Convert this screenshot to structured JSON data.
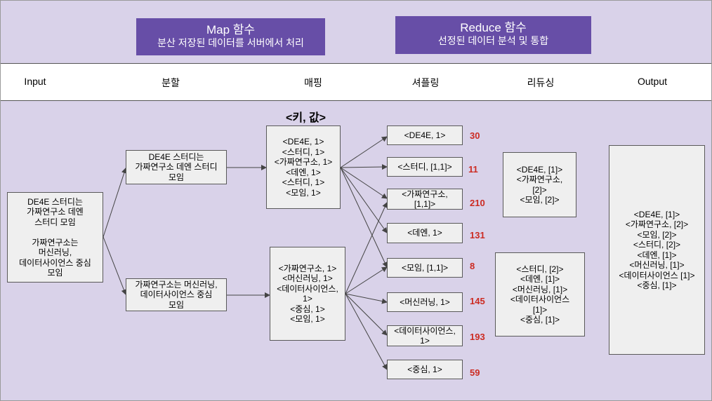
{
  "header": {
    "map": {
      "title": "Map 함수",
      "subtitle": "분산 저장된 데이터를 서버에서 처리"
    },
    "reduce": {
      "title": "Reduce 함수",
      "subtitle": "선정된 데이터 분석 및 통합"
    }
  },
  "stages": [
    "Input",
    "분할",
    "매핑",
    "셔플링",
    "리듀싱",
    "Output"
  ],
  "key_value_label": "<키, 값>",
  "input_text": "DE4E 스터디는\n가짜연구소 데엔\n스터디 모임\n\n가짜연구소는\n머신러닝,\n데이터사이언스 중심\n모임",
  "splits": [
    "DE4E 스터디는\n가짜연구소 데엔 스터디\n모임",
    "가짜연구소는 머신러닝,\n데이터사이언스 중심\n모임"
  ],
  "maps": [
    "<DE4E, 1>\n<스터디, 1>\n<가짜연구소, 1>\n<데엔, 1>\n<스터디, 1>\n<모임, 1>",
    "<가짜연구소, 1>\n<머신러닝, 1>\n<데이터사이언스,\n1>\n<중심, 1>\n<모임, 1>"
  ],
  "shuffle": [
    {
      "text": "<DE4E, 1>",
      "count": "30"
    },
    {
      "text": "<스터디, [1,1]>",
      "count": "11"
    },
    {
      "text": "<가짜연구소,\n[1,1]>",
      "count": "210"
    },
    {
      "text": "<데엔, 1>",
      "count": "131"
    },
    {
      "text": "<모임, [1,1]>",
      "count": "8"
    },
    {
      "text": "<머신러닝, 1>",
      "count": "145"
    },
    {
      "text": "<데이터사이언스,\n1>",
      "count": "193"
    },
    {
      "text": "<중심, 1>",
      "count": "59"
    }
  ],
  "reducers": [
    "<DE4E, [1]>\n<가짜연구소,\n[2]>\n<모임, [2]>",
    "<스터디, [2]>\n<데엔, [1]>\n<머신러닝, [1]>\n<데이터사이언스\n[1]>\n<중심, [1]>"
  ],
  "output_text": "<DE4E, [1]>\n<가짜연구소, [2]>\n<모임, [2]>\n<스터디, [2]>\n<데엔, [1]>\n<머신러닝, [1]>\n<데이터사이언스 [1]>\n<중심, [1]>",
  "colors": {
    "header": "#674ea7",
    "background": "#d9d2e9",
    "count": "#cc2b22"
  }
}
